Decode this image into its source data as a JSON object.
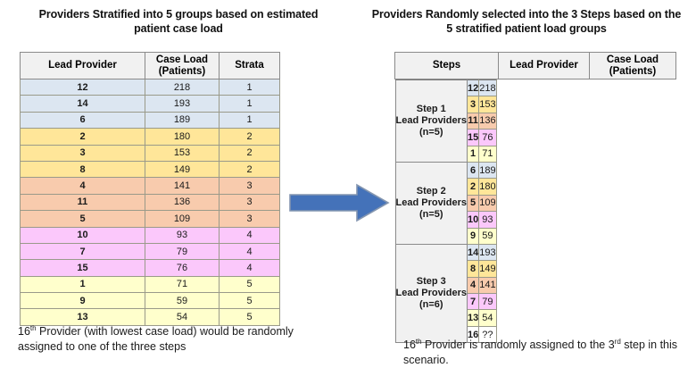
{
  "left_panel": {
    "title": "Providers Stratified into 5 groups based on estimated patient case load",
    "table": {
      "headers": [
        "Lead Provider",
        "Case Load (Patients)",
        "Strata"
      ],
      "header_lines": [
        [
          "Lead Provider"
        ],
        [
          "Case Load",
          "(Patients)"
        ],
        [
          "Strata"
        ]
      ],
      "rows": [
        {
          "lead_provider": "12",
          "case_load": "218",
          "strata": "1",
          "color_class": "s1c"
        },
        {
          "lead_provider": "14",
          "case_load": "193",
          "strata": "1",
          "color_class": "s1c"
        },
        {
          "lead_provider": "6",
          "case_load": "189",
          "strata": "1",
          "color_class": "s1c"
        },
        {
          "lead_provider": "2",
          "case_load": "180",
          "strata": "2",
          "color_class": "s2c"
        },
        {
          "lead_provider": "3",
          "case_load": "153",
          "strata": "2",
          "color_class": "s2c"
        },
        {
          "lead_provider": "8",
          "case_load": "149",
          "strata": "2",
          "color_class": "s2c"
        },
        {
          "lead_provider": "4",
          "case_load": "141",
          "strata": "3",
          "color_class": "s3c"
        },
        {
          "lead_provider": "11",
          "case_load": "136",
          "strata": "3",
          "color_class": "s3c"
        },
        {
          "lead_provider": "5",
          "case_load": "109",
          "strata": "3",
          "color_class": "s3c"
        },
        {
          "lead_provider": "10",
          "case_load": "93",
          "strata": "4",
          "color_class": "s4c"
        },
        {
          "lead_provider": "7",
          "case_load": "79",
          "strata": "4",
          "color_class": "s4c"
        },
        {
          "lead_provider": "15",
          "case_load": "76",
          "strata": "4",
          "color_class": "s4c"
        },
        {
          "lead_provider": "1",
          "case_load": "71",
          "strata": "5",
          "color_class": "s5c"
        },
        {
          "lead_provider": "9",
          "case_load": "59",
          "strata": "5",
          "color_class": "s5c"
        },
        {
          "lead_provider": "13",
          "case_load": "54",
          "strata": "5",
          "color_class": "s5c"
        }
      ]
    },
    "caption": {
      "prefix": "16",
      "sup": "th",
      "rest": " Provider (with lowest case load) would be randomly assigned to one of the three steps"
    }
  },
  "right_panel": {
    "title": "Providers Randomly selected into the 3 Steps based on the 5 stratified patient load groups",
    "table": {
      "headers": [
        "Steps",
        "Lead Provider",
        "Case Load (Patients)"
      ],
      "header_lines": [
        [
          "Steps"
        ],
        [
          "Lead Provider"
        ],
        [
          "Case Load",
          "(Patients)"
        ]
      ],
      "groups": [
        {
          "label_lines": [
            "Step 1",
            "Lead Providers",
            "(n=5)"
          ],
          "n": 5,
          "rows": [
            {
              "lead_provider": "12",
              "case_load": "218",
              "color_class": "s1c"
            },
            {
              "lead_provider": "3",
              "case_load": "153",
              "color_class": "s2c"
            },
            {
              "lead_provider": "11",
              "case_load": "136",
              "color_class": "s3c"
            },
            {
              "lead_provider": "15",
              "case_load": "76",
              "color_class": "s4c"
            },
            {
              "lead_provider": "1",
              "case_load": "71",
              "color_class": "s5c"
            }
          ]
        },
        {
          "label_lines": [
            "Step 2",
            "Lead Providers",
            "(n=5)"
          ],
          "n": 5,
          "rows": [
            {
              "lead_provider": "6",
              "case_load": "189",
              "color_class": "s1c"
            },
            {
              "lead_provider": "2",
              "case_load": "180",
              "color_class": "s2c"
            },
            {
              "lead_provider": "5",
              "case_load": "109",
              "color_class": "s3c"
            },
            {
              "lead_provider": "10",
              "case_load": "93",
              "color_class": "s4c"
            },
            {
              "lead_provider": "9",
              "case_load": "59",
              "color_class": "s5c"
            }
          ]
        },
        {
          "label_lines": [
            "Step 3",
            "Lead Providers",
            "(n=6)"
          ],
          "n": 6,
          "rows": [
            {
              "lead_provider": "14",
              "case_load": "193",
              "color_class": "s1c"
            },
            {
              "lead_provider": "8",
              "case_load": "149",
              "color_class": "s2c"
            },
            {
              "lead_provider": "4",
              "case_load": "141",
              "color_class": "s3c"
            },
            {
              "lead_provider": "7",
              "case_load": "79",
              "color_class": "s4c"
            },
            {
              "lead_provider": "13",
              "case_load": "54",
              "color_class": "s5c"
            },
            {
              "lead_provider": "16",
              "case_load": "??",
              "color_class": "s0c"
            }
          ]
        }
      ]
    },
    "caption": {
      "prefix": "16",
      "sup": "th",
      "mid": " Provider is randomly assigned to the 3",
      "sup2": "rd",
      "rest": " step in this scenario."
    }
  },
  "arrow": {
    "name": "right-arrow",
    "fill": "#4472B9",
    "stroke": "#8496B0"
  },
  "colors": {
    "strata_1": "#dce6f1",
    "strata_2": "#ffe699",
    "strata_3": "#f8cbad",
    "strata_4": "#fbc8fb",
    "strata_5": "#ffffcc",
    "unassigned": "#ffffff",
    "header_bg": "#f1f1f1",
    "border": "#9a9a8a"
  }
}
